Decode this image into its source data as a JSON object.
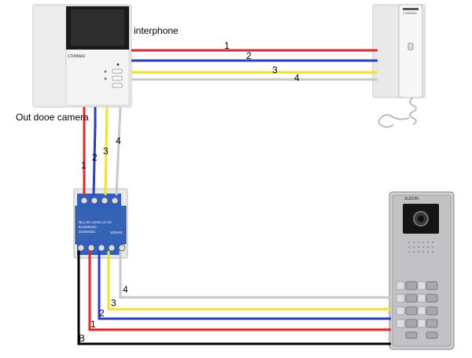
{
  "labels": {
    "interphone": "interphone",
    "out_door_camera": "Out dooe camera"
  },
  "devices": {
    "monitor_brand": "COMMAX",
    "handset_brand": "COMMAX",
    "relay_text": [
      "NL1-2C-12VS-L2 VC",
      "5A/250VAC",
      "3A/24VDC",
      "125VAC"
    ],
    "panel_brand": "SUZUKI"
  },
  "wires": {
    "top": [
      {
        "label": "1",
        "color": "#e8232a"
      },
      {
        "label": "2",
        "color": "#2a3bd0"
      },
      {
        "label": "3",
        "color": "#f4e21a"
      },
      {
        "label": "4",
        "color": "#c9c9c9"
      }
    ],
    "vertical": [
      {
        "label": "1",
        "color": "#e8232a"
      },
      {
        "label": "2",
        "color": "#2a3bd0"
      },
      {
        "label": "3",
        "color": "#f4e21a"
      },
      {
        "label": "4",
        "color": "#c9c9c9"
      }
    ],
    "bottom": [
      {
        "label": "4",
        "color": "#c9c9c9"
      },
      {
        "label": "3",
        "color": "#f4e21a"
      },
      {
        "label": "2",
        "color": "#2a3bd0"
      },
      {
        "label": "1",
        "color": "#e8232a"
      },
      {
        "label": "B",
        "color": "#000000"
      }
    ]
  }
}
